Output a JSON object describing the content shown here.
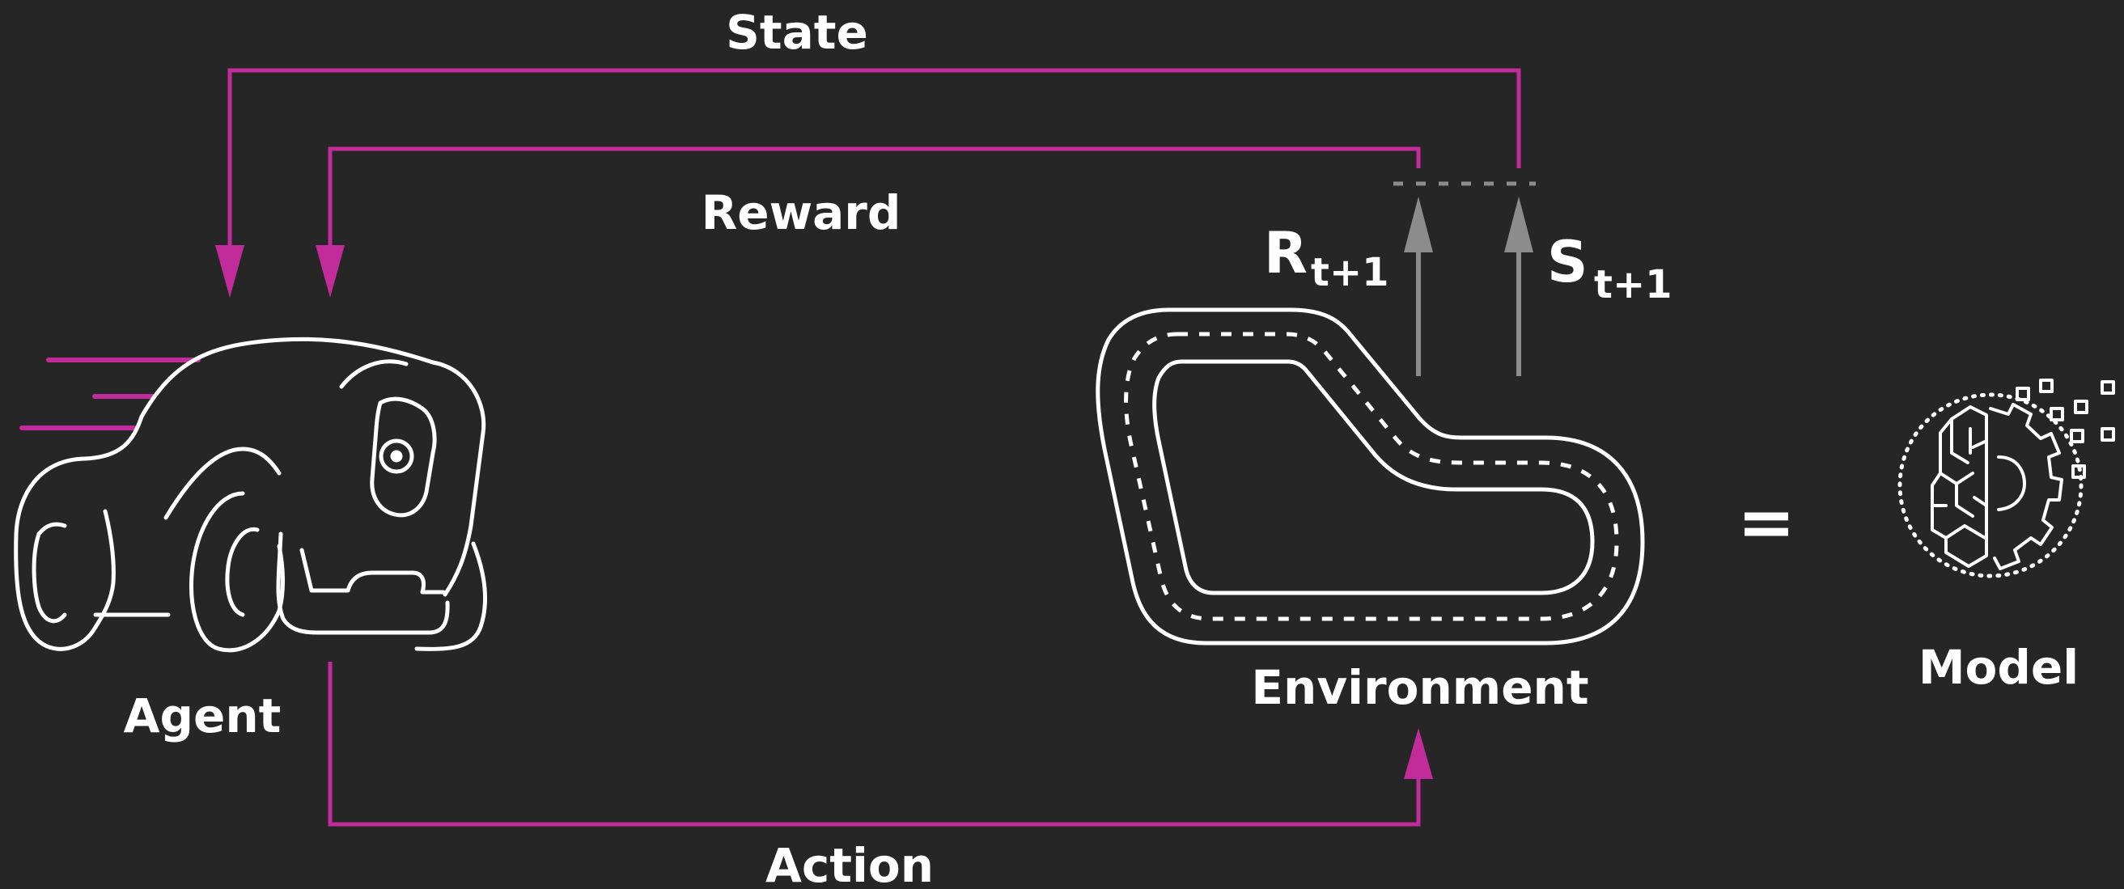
{
  "labels": {
    "state": "State",
    "reward": "Reward",
    "action": "Action",
    "agent": "Agent",
    "environment": "Environment",
    "model": "Model",
    "equals": "="
  },
  "signals": {
    "reward_symbol": "R",
    "reward_subscript": "t+1",
    "state_symbol": "S",
    "state_subscript": "t+1"
  },
  "colors": {
    "background": "#262626",
    "arrow": "#c22b9a",
    "signal_arrow": "#8c8c8c",
    "text": "#ffffff"
  },
  "icons": {
    "agent": "race-car-icon",
    "environment": "race-track-icon",
    "model": "brain-gear-icon"
  }
}
